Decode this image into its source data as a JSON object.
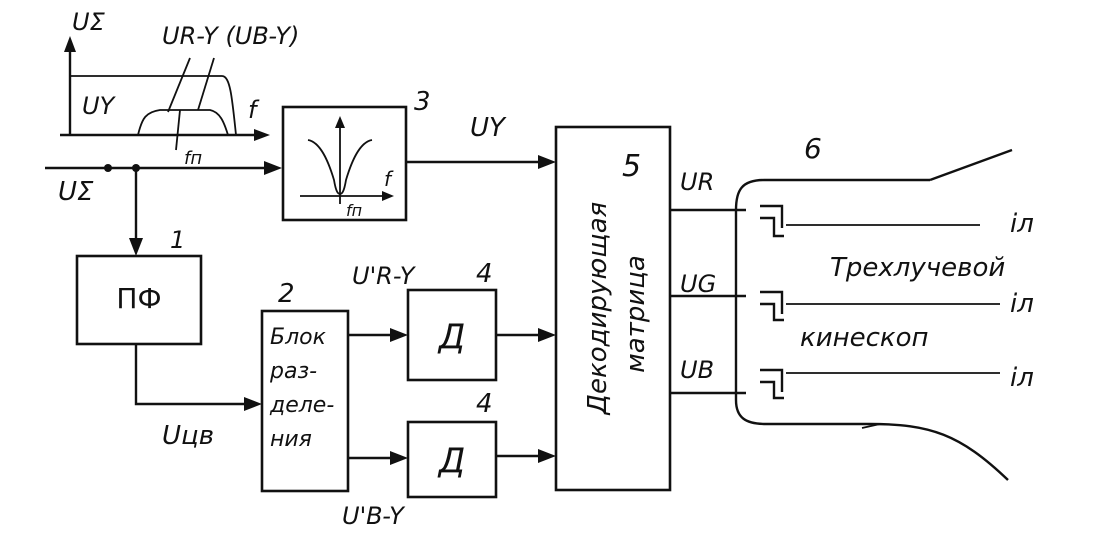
{
  "inset": {
    "y_axis_label": "UΣ",
    "chroma_label": "UR-Y (UB-Y)",
    "luma_label": "UY",
    "freq_label": "f",
    "subcarrier_label": "fп"
  },
  "input_label": "UΣ",
  "blocks": {
    "filter3": {
      "number": "3",
      "freq_label": "f",
      "subcarrier_label": "fп"
    },
    "psf": {
      "number": "1",
      "label": "ПФ"
    },
    "separator": {
      "number": "2",
      "lines": [
        "Блок",
        "раз-",
        "деле-",
        "ния"
      ]
    },
    "detector_top": {
      "number": "4",
      "label": "Д"
    },
    "detector_bottom": {
      "number": "4",
      "label": "Д"
    },
    "matrix": {
      "number": "5",
      "lines": [
        "Декодирующая",
        "матрица"
      ]
    },
    "kinescope": {
      "number": "6",
      "lines": [
        "Трехлучевой",
        "кинескоп"
      ]
    }
  },
  "signals": {
    "uy": "UY",
    "ucv": "Uцв",
    "ury": "U'R-Y",
    "uby": "U'B-Y",
    "ur": "UR",
    "ug": "UG",
    "ub": "UB",
    "il": "iл"
  }
}
